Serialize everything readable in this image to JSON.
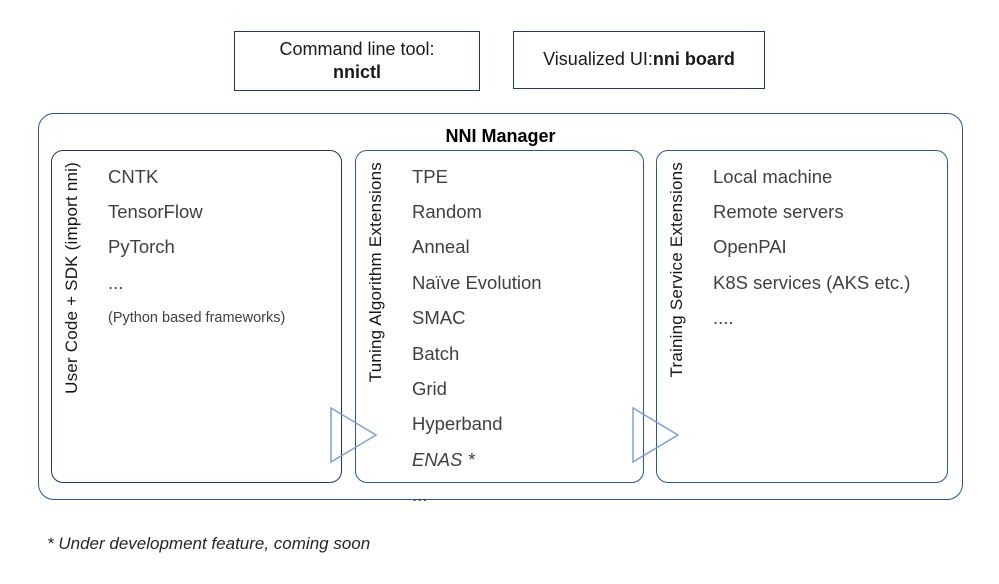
{
  "top_boxes": {
    "cli": {
      "label": "Command line tool:",
      "value": "nnictl"
    },
    "ui": {
      "label": "Visualized UI: ",
      "value": "nni board"
    }
  },
  "manager": {
    "title": "NNI Manager",
    "panels": [
      {
        "side_label": "User Code + SDK (import nni)",
        "items": [
          "CNTK",
          "TensorFlow",
          "PyTorch",
          "...",
          "(Python based frameworks)"
        ]
      },
      {
        "side_label": "Tuning Algorithm Extensions",
        "items": [
          "TPE",
          "Random",
          "Anneal",
          "Naïve Evolution",
          "SMAC",
          "Batch",
          "Grid",
          "Hyperband",
          "ENAS *",
          "..."
        ]
      },
      {
        "side_label": "Training Service Extensions",
        "items": [
          "Local machine",
          "Remote servers",
          "OpenPAI",
          "K8S services (AKS etc.)",
          "...."
        ]
      }
    ]
  },
  "footnote": "* Under development feature, coming soon",
  "colors": {
    "navy": "#203864",
    "blue": "#2F5496",
    "arrow": "#7CA1D9",
    "gray": "#404040",
    "black": "#1A1A1A"
  }
}
